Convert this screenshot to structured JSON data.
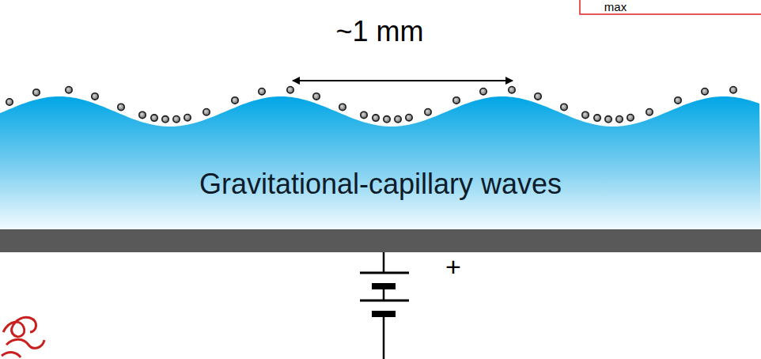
{
  "diagram": {
    "nodes": [
      {
        "text": [
          "Gravitational-capillary waves"
        ]
      }
    ],
    "labels": [
      "~1 mm",
      "+",
      "max"
    ]
  }
}
